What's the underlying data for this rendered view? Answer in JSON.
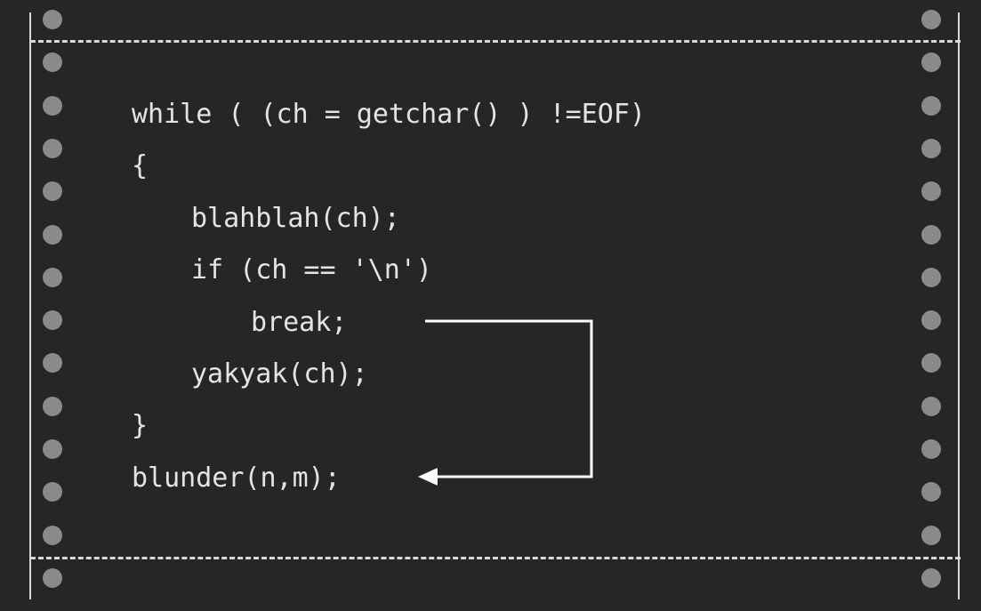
{
  "code": {
    "lines": [
      {
        "text": "while ( (ch = getchar() ) !=EOF)",
        "indent": 0
      },
      {
        "text": "{",
        "indent": 0
      },
      {
        "text": "blahblah(ch);",
        "indent": 1
      },
      {
        "text": "if (ch == '\\n')",
        "indent": 1
      },
      {
        "text": "break;",
        "indent": 2
      },
      {
        "text": "yakyak(ch);",
        "indent": 1
      },
      {
        "text": "}",
        "indent": 0
      },
      {
        "text": "blunder(n,m);",
        "indent": 0
      }
    ]
  },
  "colors": {
    "background": "#262626",
    "text": "#e4e4e4",
    "border": "#d8d8d8",
    "holes": "#8a8a8a",
    "arrow": "#ffffff"
  }
}
